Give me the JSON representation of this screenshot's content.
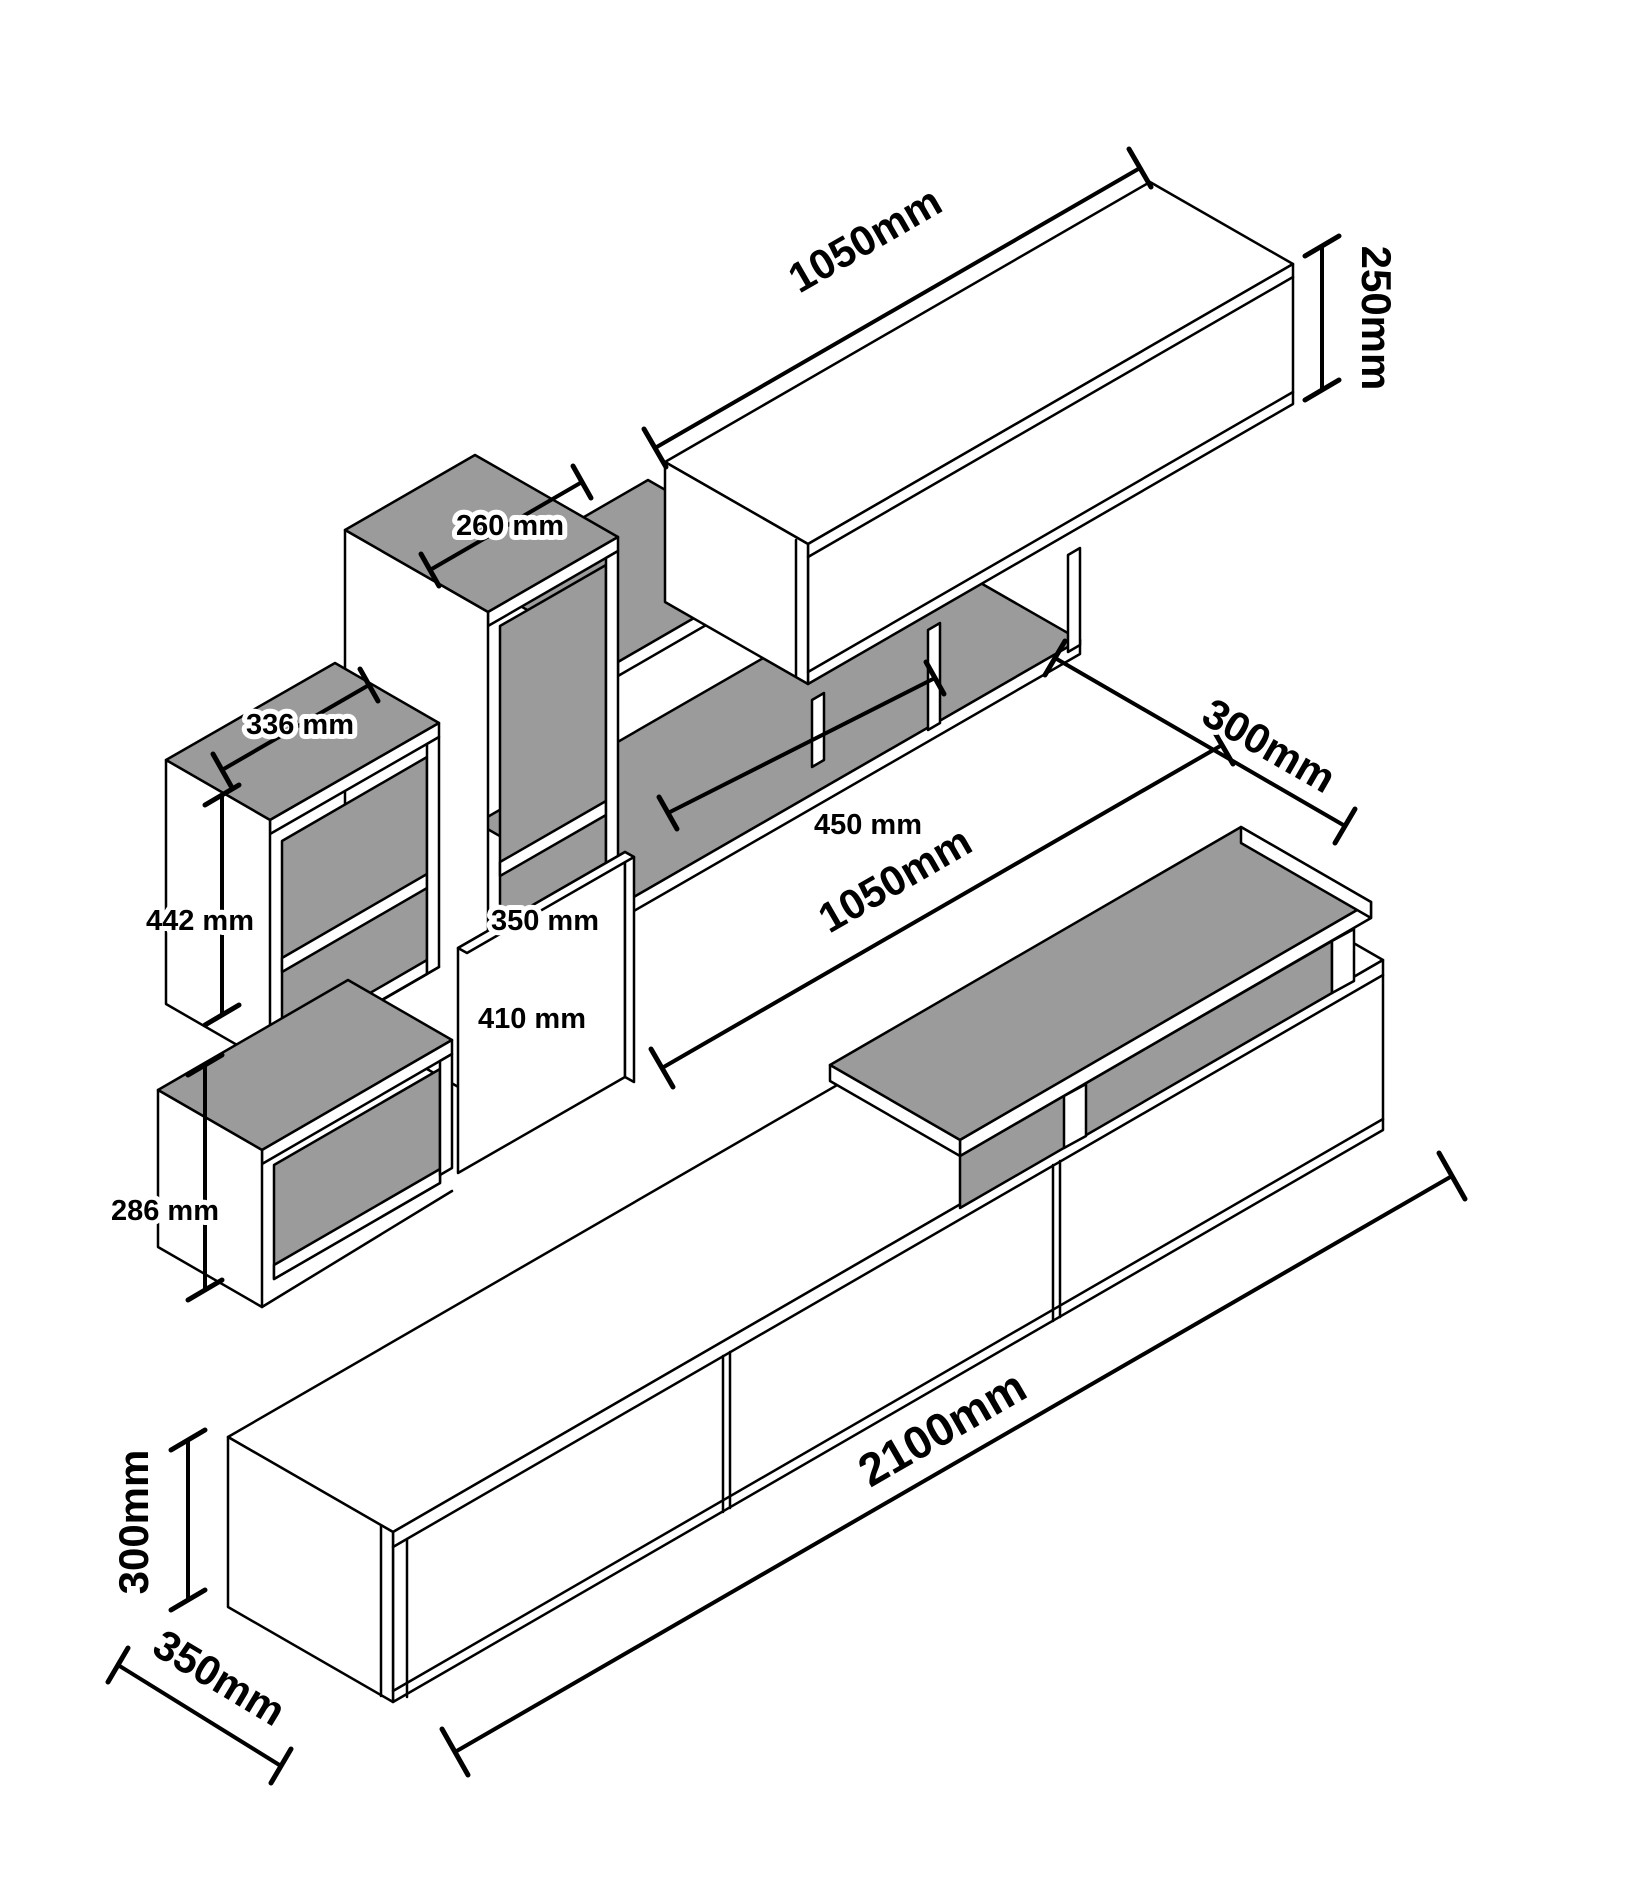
{
  "diagram": {
    "kind": "isometric furniture dimension drawing",
    "product": "TV wall unit / entertainment center",
    "colors": {
      "outline": "#000000",
      "shaded_surface": "#9b9b9b",
      "background": "#ffffff"
    },
    "dimensions": {
      "wall_cabinet_length": "1050mm",
      "wall_cabinet_height": "250mm",
      "tower_top_width": "260 mm",
      "cube_shelf_width": "336 mm",
      "cube_shelf_height": "442 mm",
      "lower_cubby_width": "450 mm",
      "door_width": "350 mm",
      "door_height": "410 mm",
      "small_shelf_height": "286 mm",
      "floating_shelf_length": "1050mm",
      "floating_shelf_depth": "300mm",
      "tv_stand_length": "2100mm",
      "tv_stand_height": "300mm",
      "tv_stand_depth": "350mm"
    }
  }
}
